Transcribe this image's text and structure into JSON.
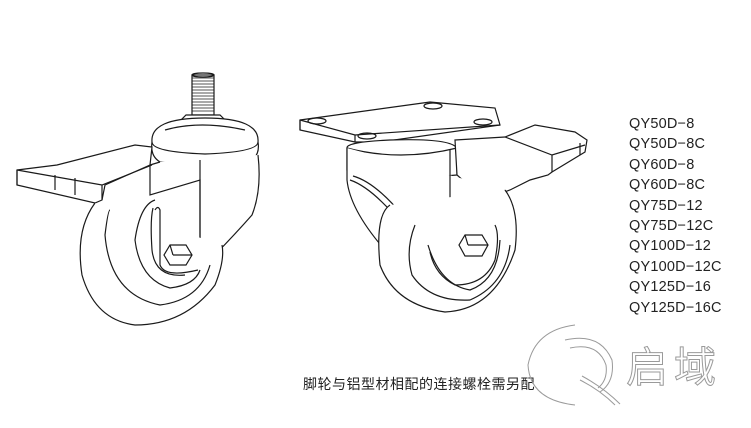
{
  "figure": {
    "type": "technical line drawing",
    "items": [
      {
        "name": "stem caster with brake",
        "description": "Threaded-stem swivel caster with hex nut, toe brake pedal on left, hex axle bolt"
      },
      {
        "name": "plate caster with brake",
        "description": "Top-plate swivel caster with 4 mounting holes, toe brake pedal on right, hex axle bolt"
      }
    ]
  },
  "models": {
    "list": [
      "QY50D−8",
      "QY50D−8C",
      "QY60D−8",
      "QY60D−8C",
      "QY75D−12",
      "QY75D−12C",
      "QY100D−12",
      "QY100D−12C",
      "QY125D−16",
      "QY125D−16C"
    ]
  },
  "caption": "脚轮与铝型材相配的连接螺栓需另配",
  "watermark": {
    "text": "启域",
    "color": "#9a9a9a"
  },
  "colors": {
    "line": "#1a1a1a",
    "background": "#ffffff",
    "text": "#222222"
  }
}
